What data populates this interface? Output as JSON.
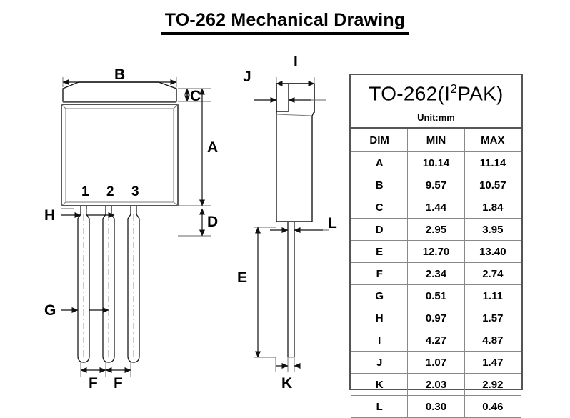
{
  "title": "TO-262 Mechanical Drawing",
  "table": {
    "package_name_prefix": "TO-262(I",
    "package_name_sup": "2",
    "package_name_suffix": "PAK)",
    "package_name_full": "TO-262(I2PAK)",
    "unit": "Unit:mm",
    "headers": [
      "DIM",
      "MIN",
      "MAX"
    ],
    "rows": [
      {
        "dim": "A",
        "min": "10.14",
        "max": "11.14"
      },
      {
        "dim": "B",
        "min": "9.57",
        "max": "10.57"
      },
      {
        "dim": "C",
        "min": "1.44",
        "max": "1.84"
      },
      {
        "dim": "D",
        "min": "2.95",
        "max": "3.95"
      },
      {
        "dim": "E",
        "min": "12.70",
        "max": "13.40"
      },
      {
        "dim": "F",
        "min": "2.34",
        "max": "2.74"
      },
      {
        "dim": "G",
        "min": "0.51",
        "max": "1.11"
      },
      {
        "dim": "H",
        "min": "0.97",
        "max": "1.57"
      },
      {
        "dim": "I",
        "min": "4.27",
        "max": "4.87"
      },
      {
        "dim": "J",
        "min": "1.07",
        "max": "1.47"
      },
      {
        "dim": "K",
        "min": "2.03",
        "max": "2.92"
      },
      {
        "dim": "L",
        "min": "0.30",
        "max": "0.46"
      }
    ]
  },
  "front_view": {
    "pin_labels": [
      "1",
      "2",
      "3"
    ],
    "dimension_labels": {
      "b": "B",
      "c": "C",
      "a": "A",
      "d": "D",
      "h": "H",
      "g": "G",
      "f1": "F",
      "f2": "F"
    }
  },
  "side_view": {
    "dimension_labels": {
      "i": "I",
      "j": "J",
      "l": "L",
      "e": "E",
      "k": "K"
    }
  },
  "colors": {
    "line": "#1a1a1a",
    "thin_line": "#555555",
    "table_border": "#555555",
    "background": "#ffffff",
    "text": "#000000"
  }
}
